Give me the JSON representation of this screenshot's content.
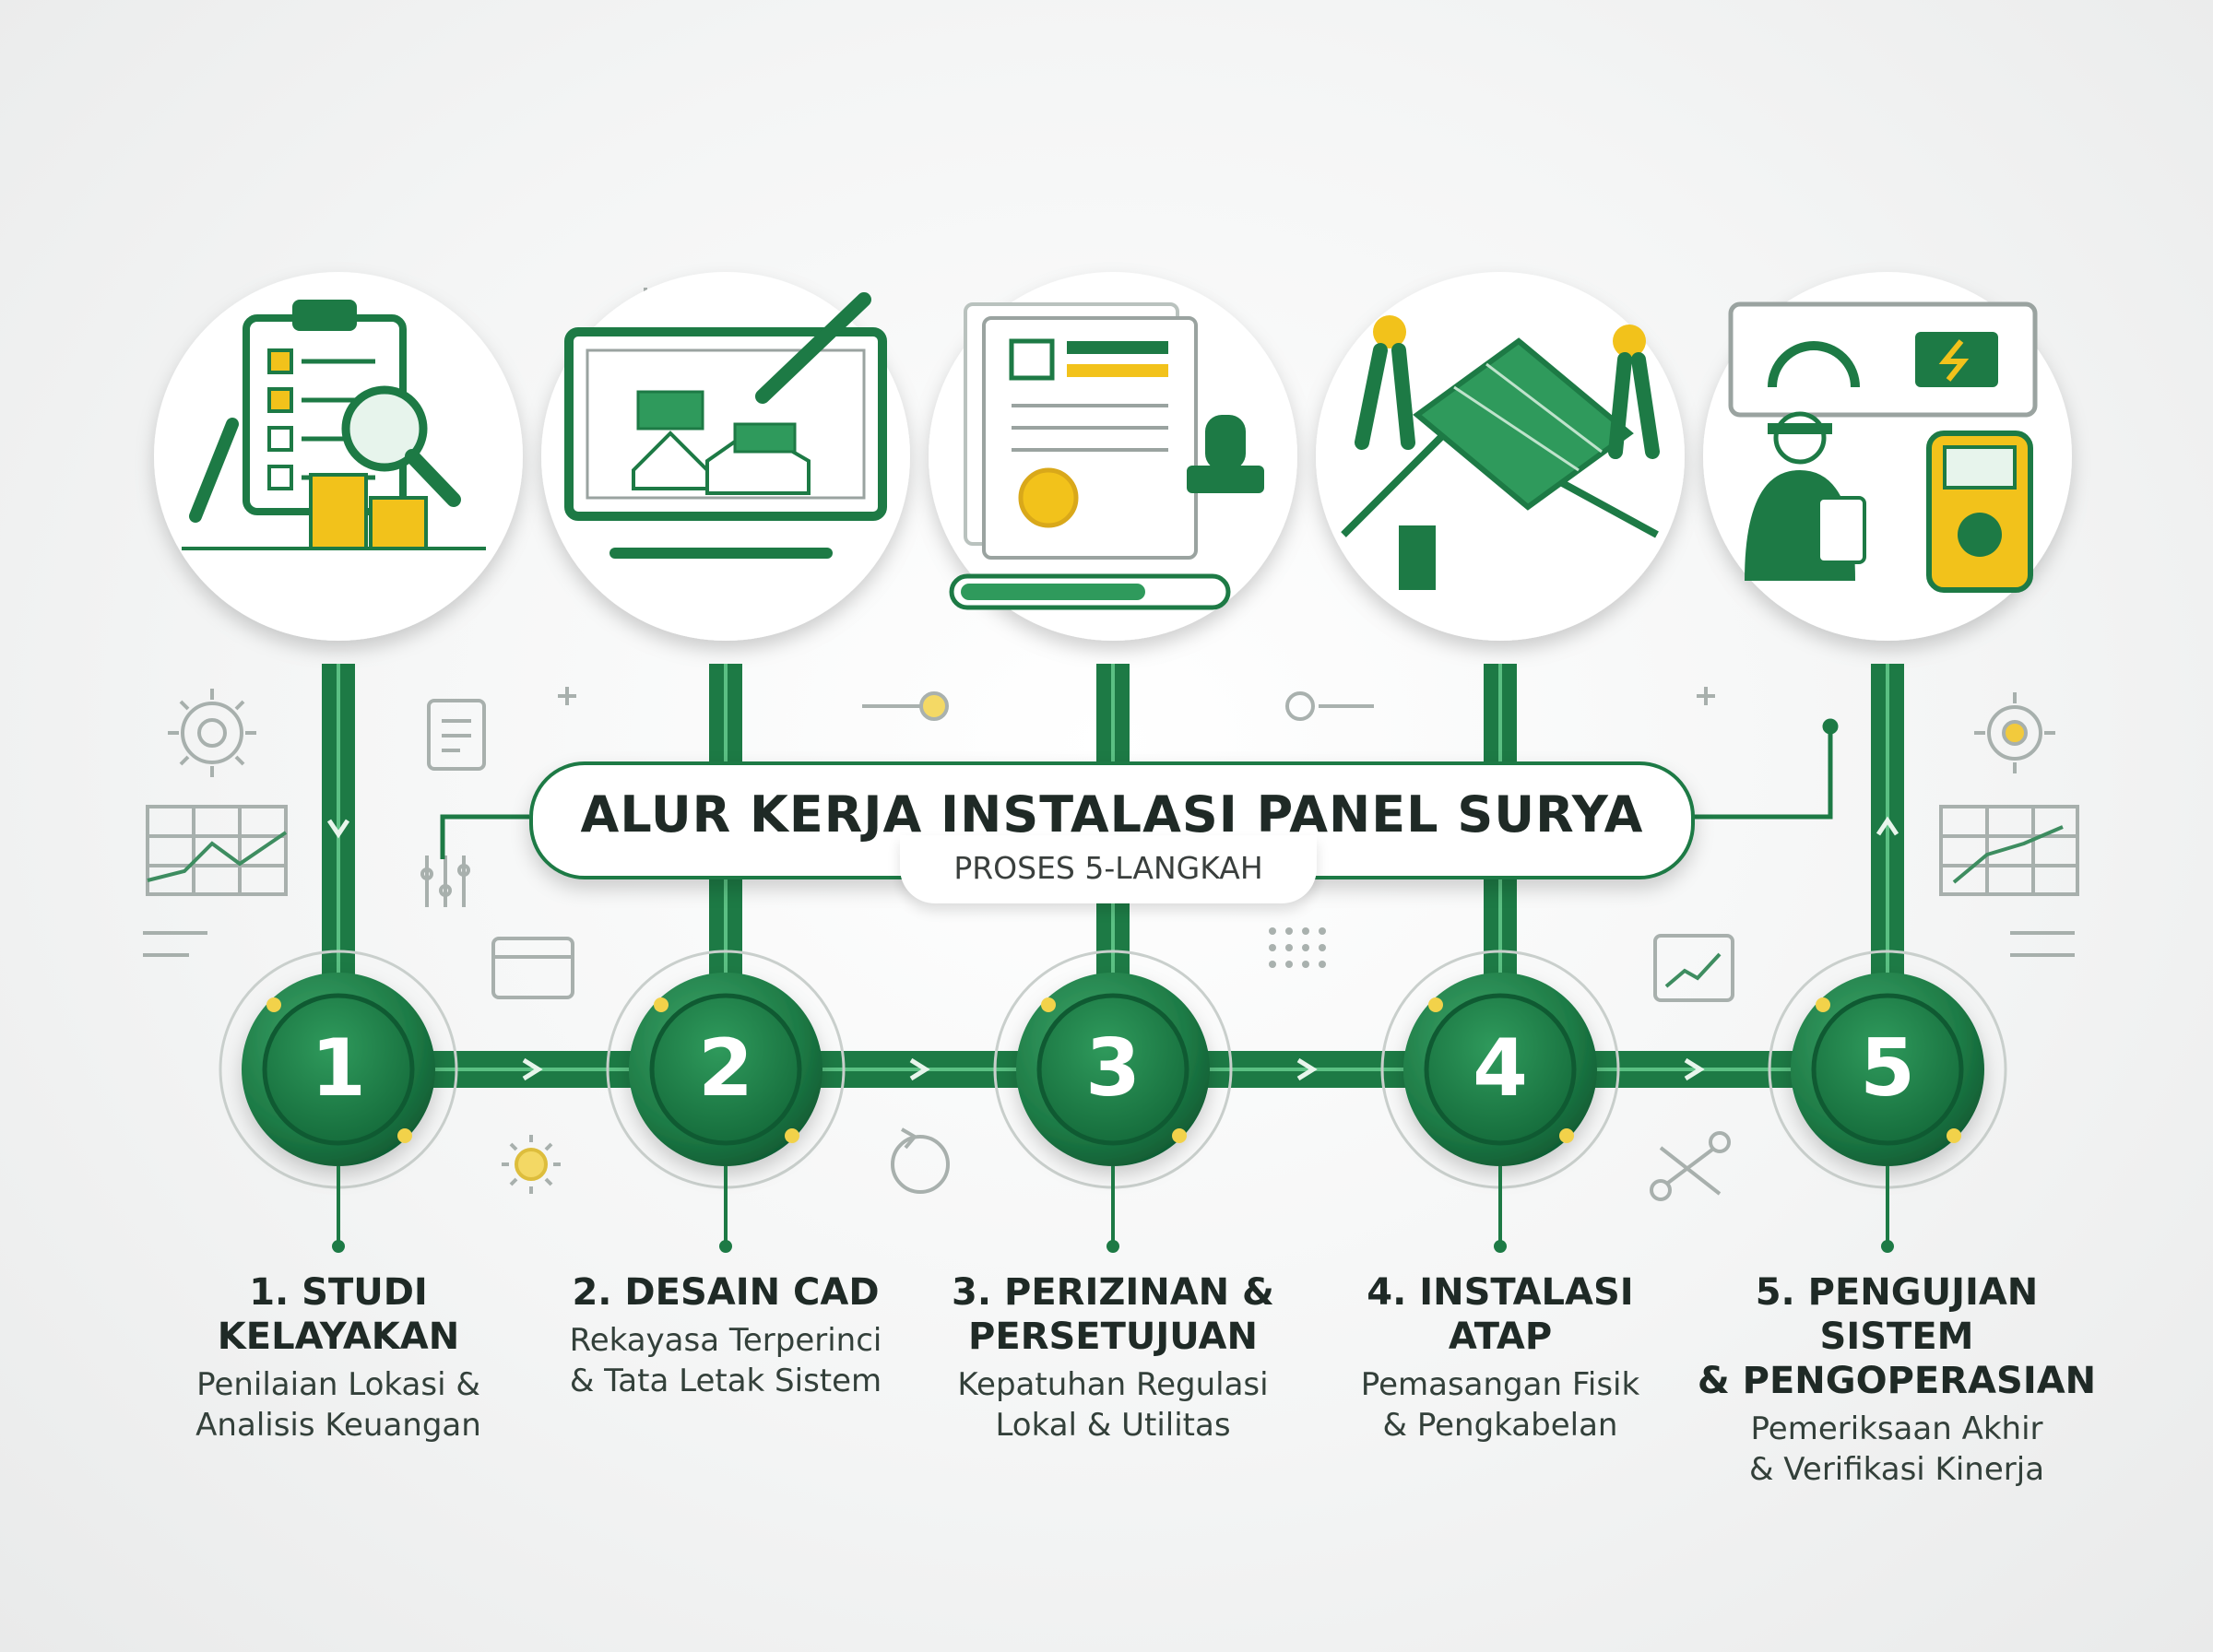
{
  "title": "ALUR KERJA INSTALASI PANEL SURYA",
  "subtitle": "PROSES 5-LANGKAH",
  "colors": {
    "primary": "#1d7a45",
    "dark": "#0f5a32",
    "accent": "#f2c21b",
    "line": "#2b8a53"
  },
  "steps": [
    {
      "number": "1",
      "title": "1. STUDI\nKELAYAKAN",
      "desc": "Penilaian Lokasi &\nAnalisis Keuangan",
      "icon": "clipboard-inspection-icon"
    },
    {
      "number": "2",
      "title": "2. DESAIN CAD",
      "desc": "Rekayasa Terperinci\n& Tata Letak Sistem",
      "icon": "blueprint-design-icon"
    },
    {
      "number": "3",
      "title": "3. PERIZINAN &\nPERSETUJUAN",
      "desc": "Kepatuhan Regulasi\nLokal & Utilitas",
      "icon": "permit-document-icon"
    },
    {
      "number": "4",
      "title": "4. INSTALASI\nATAP",
      "desc": "Pemasangan Fisik\n& Pengkabelan",
      "icon": "roof-installation-icon"
    },
    {
      "number": "5",
      "title": "5. PENGUJIAN SISTEM\n& PENGOPERASIAN",
      "desc": "Pemeriksaan Akhir\n& Verifikasi Kinerja",
      "icon": "system-testing-icon"
    }
  ]
}
